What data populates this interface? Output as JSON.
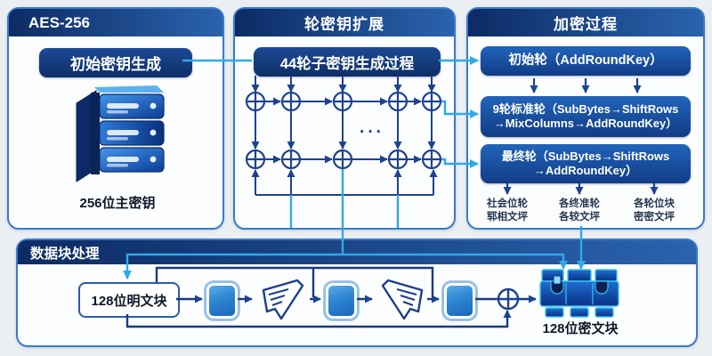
{
  "panels": {
    "key": {
      "title": "AES-256",
      "button": "初始密钥生成",
      "icon": "server-stack-icon",
      "caption": "256位主密钥"
    },
    "expansion": {
      "title": "轮密钥扩展",
      "button": "44轮子密钥生成过程",
      "ellipsis": "···"
    },
    "encryption": {
      "title": "加密过程",
      "rounds": [
        {
          "label": "初始轮（AddRoundKey）"
        },
        {
          "line1": "9轮标准轮（SubBytes→ShiftRows",
          "line2": "→MixColumns→AddRoundKey）"
        },
        {
          "line1": "最终轮（SubBytes→ShiftRows",
          "line2": "→AddRoundKey）"
        }
      ],
      "outputs": [
        {
          "line1": "社会位轮",
          "line2": "郓相文坪"
        },
        {
          "line1": "各终准轮",
          "line2": "各较文坪"
        },
        {
          "line1": "各轮位块",
          "line2": "密密文坪"
        }
      ]
    },
    "data_block": {
      "title": "数据块处理",
      "input_label": "128位明文块",
      "output_label": "128位密文块",
      "icons": [
        "substitution-chip-icon",
        "shift-glyph-icon",
        "substitution-chip-icon",
        "shift-glyph-mirrored-icon",
        "substitution-chip-icon",
        "xor-icon",
        "cipher-block-icon"
      ]
    }
  },
  "colors": {
    "navy_line": "#1d4390",
    "cyan_line": "#2fa9e8",
    "header_gradient_start": "#0d2b64",
    "header_gradient_end": "#2a63ae",
    "round_box_blue": "#1c57ac",
    "panel_border": "#3a7bc8",
    "dark_text": "#0d1728"
  }
}
